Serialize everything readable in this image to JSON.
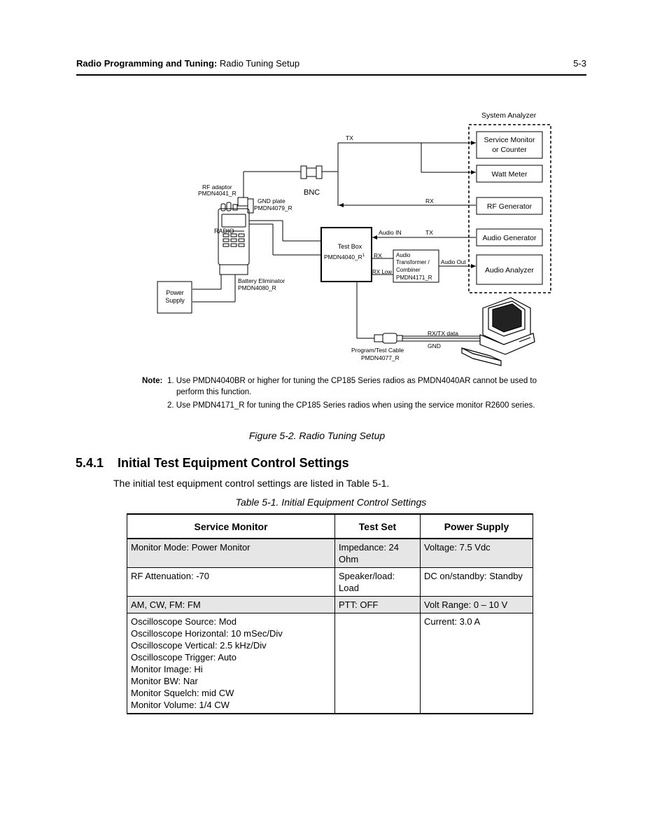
{
  "header": {
    "title_bold": "Radio Programming and Tuning:",
    "title_rest": " Radio Tuning Setup",
    "page_number": "5-3"
  },
  "diagram": {
    "system_analyzer": "System Analyzer",
    "service_monitor_1": "Service Monitor",
    "service_monitor_2": "or Counter",
    "watt_meter": "Watt Meter",
    "rf_generator": "RF Generator",
    "audio_generator": "Audio Generator",
    "audio_analyzer": "Audio Analyzer",
    "tx_top": "TX",
    "rx_mid": "RX",
    "audio_in": "Audio IN",
    "tx_audio": "TX",
    "bnc": "BNC",
    "rf_adaptor_1": "RF adaptor",
    "rf_adaptor_2": "PMDN4041_R",
    "gnd_plate_1": "GND plate",
    "gnd_plate_2": "PMDN4079_R",
    "radio": "RADIO",
    "test_box_1": "Test Box",
    "test_box_2": "PMDN4040_R",
    "test_box_sup": "1",
    "rx_label": "RX",
    "rx_low_label": "RX Low",
    "audio_xfmr_1": "Audio",
    "audio_xfmr_2": "Transformer /",
    "audio_xfmr_3": "Combiner",
    "audio_xfmr_4": "PMDN4171_R",
    "audio_out": "Audio Out",
    "battery_elim_1": "Battery Eliminator",
    "battery_elim_2": "PMDN4080_R",
    "power_supply_1": "Power",
    "power_supply_2": "Supply",
    "rxtx_data": "RX/TX data",
    "gnd": "GND",
    "cable_1": "Program/Test Cable",
    "cable_2": "PMDN4077_R"
  },
  "note": {
    "label": "Note:",
    "item1_a": "1. Use PMDN4040BR or higher for tuning the CP185 Series radios as PMDN4040AR cannot be used to",
    "item1_b": "perform this function.",
    "item2": "2. Use PMDN4171_R for tuning the CP185 Series radios when using the service monitor R2600 series."
  },
  "figure_caption": "Figure 5-2.  Radio Tuning Setup",
  "section": {
    "number": "5.4.1",
    "title": "Initial Test Equipment Control Settings"
  },
  "intro": "The initial test equipment control settings are listed in Table 5-1.",
  "table_caption": "Table 5-1.  Initial Equipment Control Settings",
  "table": {
    "headers": [
      "Service Monitor",
      "Test Set",
      "Power Supply"
    ],
    "rows": [
      {
        "c1": [
          "Monitor Mode: Power Monitor"
        ],
        "c2": [
          "Impedance: 24",
          "Ohm"
        ],
        "c3": [
          "Voltage: 7.5 Vdc"
        ]
      },
      {
        "c1": [
          "RF Attenuation: -70"
        ],
        "c2": [
          "Speaker/load:",
          "Load"
        ],
        "c3": [
          "DC on/standby: Standby"
        ]
      },
      {
        "c1": [
          "AM, CW, FM: FM"
        ],
        "c2": [
          "PTT: OFF"
        ],
        "c3": [
          "Volt Range: 0 – 10 V"
        ]
      },
      {
        "c1": [
          "Oscilloscope Source: Mod",
          "Oscilloscope Horizontal: 10 mSec/Div",
          "Oscilloscope Vertical: 2.5 kHz/Div",
          "Oscilloscope Trigger: Auto",
          "Monitor Image: Hi",
          "Monitor BW: Nar",
          "Monitor Squelch: mid CW",
          "Monitor Volume: 1/4 CW"
        ],
        "c2": [],
        "c3": [
          "Current: 3.0 A"
        ]
      }
    ]
  }
}
